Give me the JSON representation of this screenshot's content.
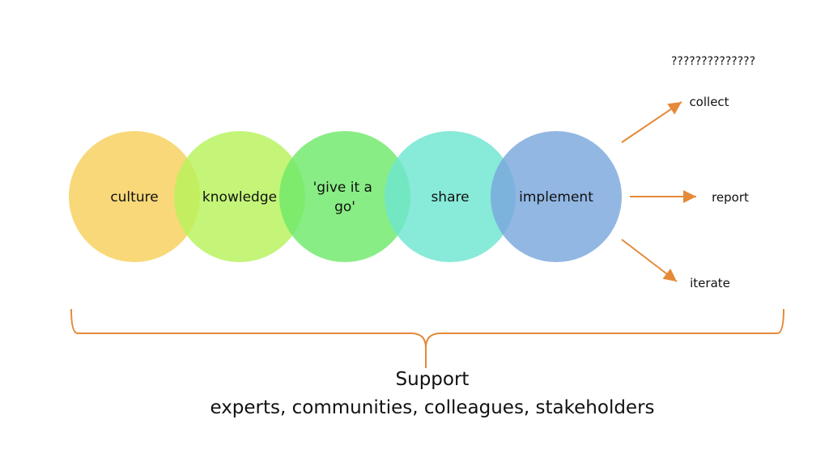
{
  "circles": [
    {
      "label": "culture",
      "color": "#f7cf5c"
    },
    {
      "label": "knowledge",
      "color": "#b7f35a"
    },
    {
      "label": "'give it a go'",
      "color": "#6fe96a"
    },
    {
      "label": "share",
      "color": "#6ee5cf"
    },
    {
      "label": "implement",
      "color": "#7aa7dd"
    }
  ],
  "question": "??????????????",
  "outcomes": [
    "collect",
    "report",
    "iterate"
  ],
  "support": {
    "title": "Support",
    "subtitle": "experts, communities, colleagues, stakeholders"
  },
  "colors": {
    "arrow": "#e48a39",
    "brace": "#e48a39"
  }
}
